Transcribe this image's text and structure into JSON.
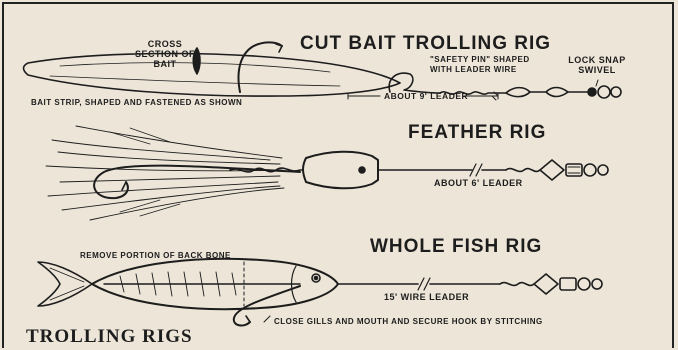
{
  "figure_title": "TROLLING RIGS",
  "rigs": [
    {
      "title": "CUT BAIT TROLLING RIG",
      "labels": {
        "cross_section": "CROSS SECTION OF BAIT",
        "safety_pin": "\"SAFETY PIN\" SHAPED WITH LEADER WIRE",
        "lock_snap": "LOCK SNAP SWIVEL",
        "bait_strip": "BAIT STRIP, SHAPED AND FASTENED AS SHOWN",
        "leader": "ABOUT 9' LEADER"
      }
    },
    {
      "title": "FEATHER RIG",
      "labels": {
        "leader": "ABOUT 6' LEADER"
      }
    },
    {
      "title": "WHOLE FISH RIG",
      "labels": {
        "backbone": "REMOVE PORTION OF BACK BONE",
        "leader": "15' WIRE LEADER",
        "stitching": "CLOSE GILLS AND MOUTH AND SECURE HOOK BY STITCHING"
      }
    }
  ],
  "colors": {
    "paper": "#ece5d8",
    "ink": "#1d1d1d"
  }
}
